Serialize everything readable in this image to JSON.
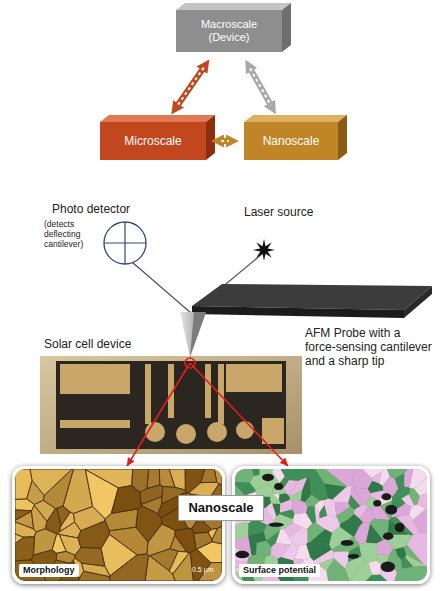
{
  "diagram": {
    "nodes": [
      {
        "text": [
          "Macroscale (Device)"
        ]
      },
      {
        "text": [
          "Microscale"
        ]
      },
      {
        "text": [
          "Nanoscale"
        ]
      },
      {
        "text": [
          "Solar cell device"
        ]
      },
      {
        "text": [
          "Morphology"
        ]
      },
      {
        "text": [
          "Surface potential"
        ]
      },
      {
        "text": [
          "Nanoscale"
        ]
      }
    ],
    "edges": [
      {
        "from": 0,
        "to": 1,
        "arrow": "both"
      },
      {
        "from": 0,
        "to": 2,
        "arrow": "both"
      },
      {
        "from": 1,
        "to": 2,
        "arrow": "both"
      },
      {
        "from": 3,
        "to": 4,
        "arrow": "to"
      },
      {
        "from": 3,
        "to": 5,
        "arrow": "to"
      }
    ],
    "labels": [
      "Photo detector",
      "(detects deflecting cantilever)",
      "Laser source",
      "AFM Probe with a force-sensing cantilever and a sharp tip",
      "0.5 µm"
    ]
  }
}
